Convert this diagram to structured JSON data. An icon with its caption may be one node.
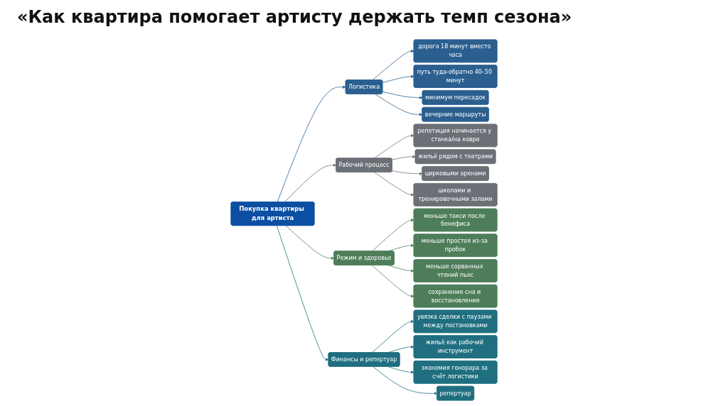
{
  "diagram": {
    "title": "«Как квартира помогает артисту держать темп сезона»",
    "nodes": [
      {
        "text": [
          "Покупка квартиры для артиста"
        ]
      },
      {
        "text": [
          "Логистика"
        ]
      },
      {
        "text": [
          "дорога 18 минут вместо часа"
        ]
      },
      {
        "text": [
          "путь туда-обратно 40–50 минут"
        ]
      },
      {
        "text": [
          "минимум пересадок"
        ]
      },
      {
        "text": [
          "вечерние маршруты"
        ]
      },
      {
        "text": [
          "Рабочий процесс"
        ]
      },
      {
        "text": [
          "репетиция начинается у станка/на ковре"
        ]
      },
      {
        "text": [
          "жильё рядом с театрами"
        ]
      },
      {
        "text": [
          "цирковыми аренами"
        ]
      },
      {
        "text": [
          "школами и тренировочными залами"
        ]
      },
      {
        "text": [
          "Режим и здоровье"
        ]
      },
      {
        "text": [
          "меньше такси после бенефиса"
        ]
      },
      {
        "text": [
          "меньше простоя из-за пробок"
        ]
      },
      {
        "text": [
          "меньше сорванных чтений пьес"
        ]
      },
      {
        "text": [
          "сохранение сна и восстановления"
        ]
      },
      {
        "text": [
          "Финансы и репертуар"
        ]
      },
      {
        "text": [
          "увязка сделки с паузами между постановками"
        ]
      },
      {
        "text": [
          "жильё как рабочий инструмент"
        ]
      },
      {
        "text": [
          "экономия гонорара за счёт логистики"
        ]
      },
      {
        "text": [
          "репертуар"
        ]
      }
    ],
    "edges": [
      {
        "from": 0,
        "to": 1,
        "arrow": "to",
        "color": "#2a5f8f"
      },
      {
        "from": 1,
        "to": 2,
        "arrow": "to",
        "color": "#2a5f8f"
      },
      {
        "from": 1,
        "to": 3,
        "arrow": "to",
        "color": "#2a5f8f"
      },
      {
        "from": 1,
        "to": 4,
        "arrow": "to",
        "color": "#2a5f8f"
      },
      {
        "from": 1,
        "to": 5,
        "arrow": "to",
        "color": "#2a5f8f"
      },
      {
        "from": 0,
        "to": 6,
        "arrow": "to",
        "color": "#6b6f76"
      },
      {
        "from": 6,
        "to": 7,
        "arrow": "to",
        "color": "#6b6f76"
      },
      {
        "from": 6,
        "to": 8,
        "arrow": "to",
        "color": "#6b6f76"
      },
      {
        "from": 6,
        "to": 9,
        "arrow": "to",
        "color": "#6b6f76"
      },
      {
        "from": 6,
        "to": 10,
        "arrow": "to",
        "color": "#6b6f76"
      },
      {
        "from": 0,
        "to": 11,
        "arrow": "to",
        "color": "#4e7d5a"
      },
      {
        "from": 11,
        "to": 12,
        "arrow": "to",
        "color": "#4e7d5a"
      },
      {
        "from": 11,
        "to": 13,
        "arrow": "to",
        "color": "#4e7d5a"
      },
      {
        "from": 11,
        "to": 14,
        "arrow": "to",
        "color": "#4e7d5a"
      },
      {
        "from": 11,
        "to": 15,
        "arrow": "to",
        "color": "#4e7d5a"
      },
      {
        "from": 0,
        "to": 16,
        "arrow": "to",
        "color": "#1f6f80"
      },
      {
        "from": 16,
        "to": 17,
        "arrow": "to",
        "color": "#1f6f80"
      },
      {
        "from": 16,
        "to": 18,
        "arrow": "to",
        "color": "#1f6f80"
      },
      {
        "from": 16,
        "to": 19,
        "arrow": "to",
        "color": "#1f6f80"
      },
      {
        "from": 16,
        "to": 20,
        "arrow": "to",
        "color": "#1f6f80"
      }
    ]
  }
}
